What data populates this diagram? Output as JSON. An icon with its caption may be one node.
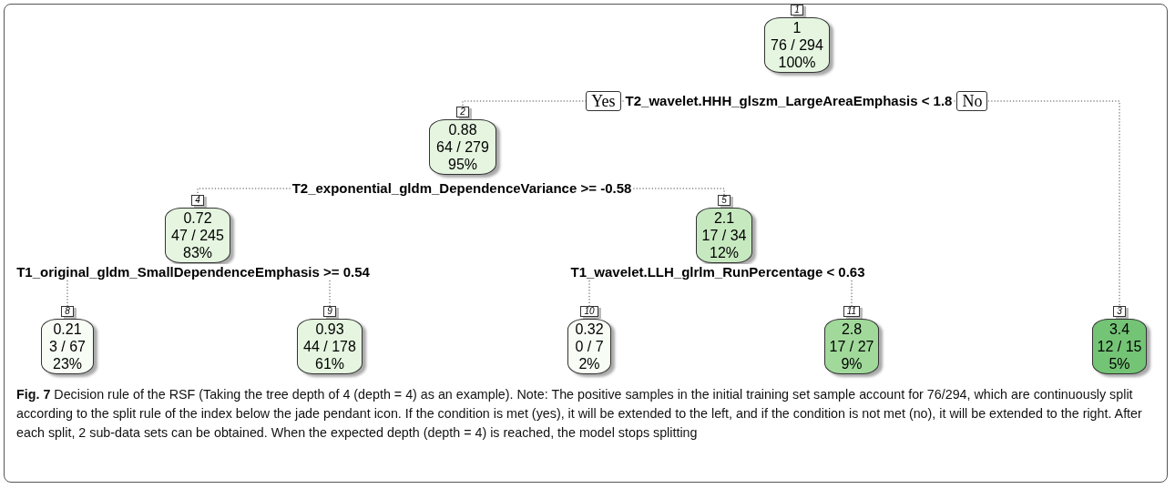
{
  "diagram": {
    "caption": "**Fig. 7** Decision rule of the RSF (Taking the tree depth of 4 (depth = 4) as an example). Note: The positive samples in the initial training set sample account for 76/294, which are continuously split according to the split rule of the index below the jade pendant icon. If the condition is met (yes), it will be extended to the left, and if the condition is not met (no), it will be extended to the right. After each split, 2 sub-data sets can be obtained. When the expected depth (depth = 4) is reached, the model stops splitting",
    "nodes": [
      {
        "text": [
          "1",
          "76 / 294",
          "100%"
        ],
        "beside": [
          "1"
        ]
      },
      {
        "text": [
          "T2_wavelet.HHH_glszm_LargeAreaEmphasis < 1.8"
        ]
      },
      {
        "text": [
          "0.88",
          "64 / 279",
          "95%"
        ],
        "beside": [
          "2"
        ]
      },
      {
        "text": [
          "T2_exponential_gldm_DependenceVariance >= -0.58"
        ]
      },
      {
        "text": [
          "0.72",
          "47 / 245",
          "83%"
        ],
        "beside": [
          "4"
        ]
      },
      {
        "text": [
          "2.1",
          "17 / 34",
          "12%"
        ],
        "beside": [
          "5"
        ]
      },
      {
        "text": [
          "T1_original_gldm_SmallDependenceEmphasis >= 0.54"
        ]
      },
      {
        "text": [
          "T1_wavelet.LLH_glrlm_RunPercentage < 0.63"
        ]
      },
      {
        "text": [
          "0.21",
          "3 / 67",
          "23%"
        ],
        "beside": [
          "8"
        ]
      },
      {
        "text": [
          "0.93",
          "44 / 178",
          "61%"
        ],
        "beside": [
          "9"
        ]
      },
      {
        "text": [
          "0.32",
          "0 / 7",
          "2%"
        ],
        "beside": [
          "10"
        ]
      },
      {
        "text": [
          "2.8",
          "17 / 27",
          "9%"
        ],
        "beside": [
          "11"
        ]
      },
      {
        "text": [
          "3.4",
          "12 / 15",
          "5%"
        ],
        "beside": [
          "3"
        ]
      }
    ],
    "edges": [
      {
        "from": 1,
        "to": 2,
        "arrow": "none",
        "label": "Yes"
      },
      {
        "from": 1,
        "to": 12,
        "arrow": "none",
        "label": "No"
      },
      {
        "from": 3,
        "to": 4,
        "arrow": "none"
      },
      {
        "from": 3,
        "to": 5,
        "arrow": "none"
      },
      {
        "from": 6,
        "to": 8,
        "arrow": "none"
      },
      {
        "from": 6,
        "to": 9,
        "arrow": "none"
      },
      {
        "from": 7,
        "to": 10,
        "arrow": "none"
      },
      {
        "from": 7,
        "to": 11,
        "arrow": "none"
      }
    ]
  }
}
